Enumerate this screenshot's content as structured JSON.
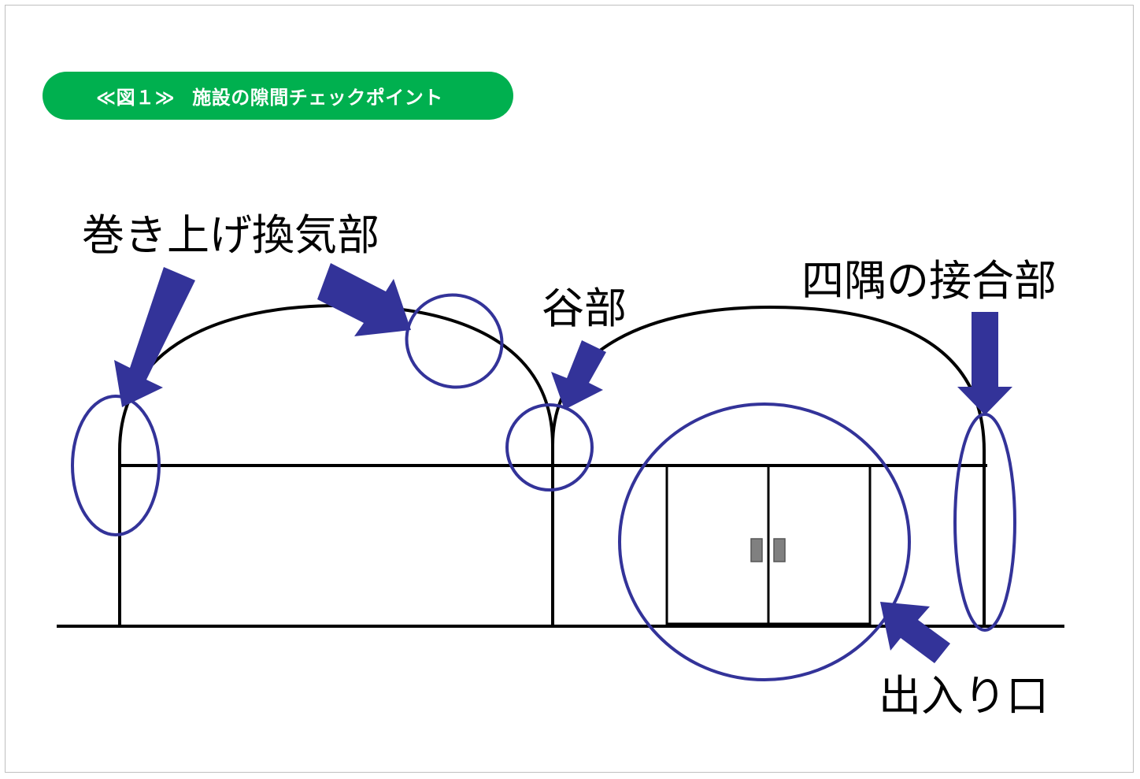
{
  "title": {
    "figure_label": "≪図１≫",
    "text": "施設の隙間チェックポイント",
    "color": "#00b04f"
  },
  "labels": {
    "rollup_vent": "巻き上げ換気部",
    "valley": "谷部",
    "corner_joint": "四隅の接合部",
    "entrance": "出入り口"
  },
  "colors": {
    "highlight": "#333399",
    "line": "#000000",
    "handle": "#808080"
  }
}
